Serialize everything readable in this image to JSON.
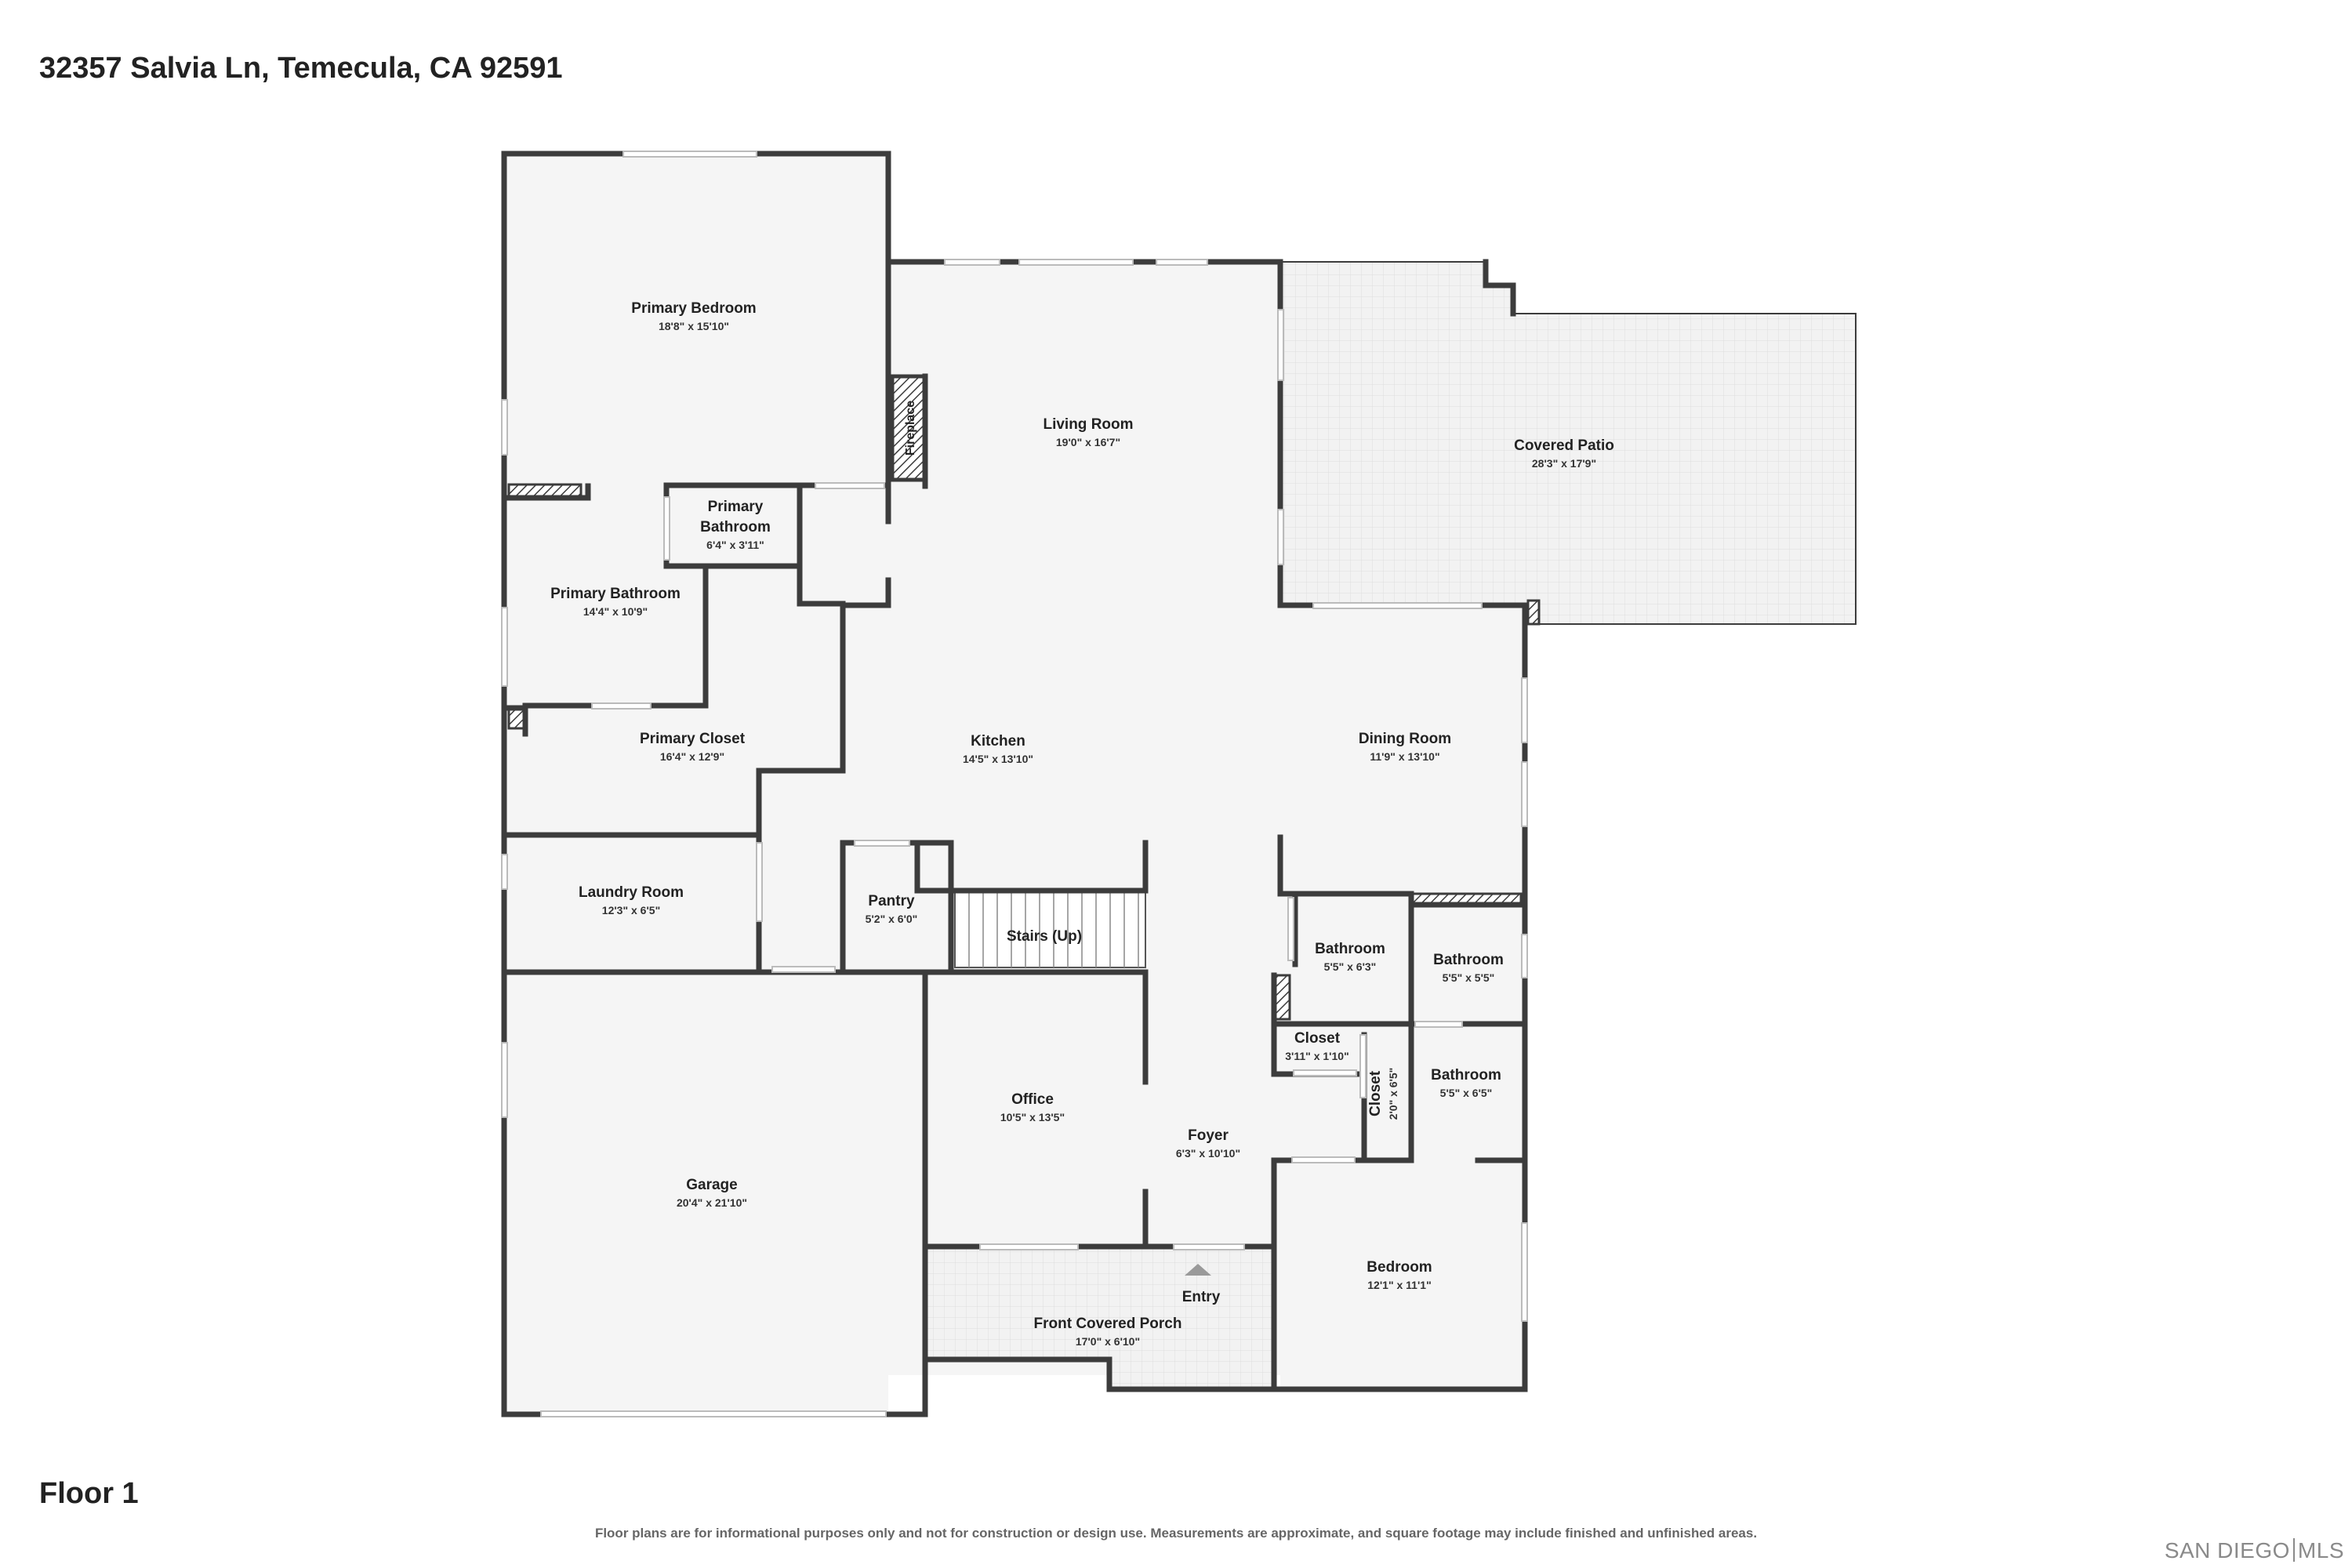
{
  "header": {
    "address": "32357 Salvia Ln, Temecula, CA 92591"
  },
  "floor_label": "Floor 1",
  "disclaimer": "Floor plans are for informational purposes only and not for construction or design use. Measurements are approximate, and square footage may include finished and unfinished areas.",
  "logo": {
    "left": "SAN DIEGO",
    "right": "MLS"
  },
  "colors": {
    "wall": "#3c3c3c",
    "floor": "#f5f5f5",
    "outdoor": "#f0f0f0",
    "window": "#ffffff"
  },
  "rooms": {
    "primary_bedroom": {
      "name": "Primary Bedroom",
      "dims": "18'8\" x 15'10\""
    },
    "living_room": {
      "name": "Living Room",
      "dims": "19'0\" x 16'7\""
    },
    "fireplace": {
      "name": "Fireplace"
    },
    "covered_patio": {
      "name": "Covered Patio",
      "dims": "28'3\" x 17'9\""
    },
    "primary_bathroom_small": {
      "name1": "Primary",
      "name2": "Bathroom",
      "dims": "6'4\" x 3'11\""
    },
    "primary_bathroom": {
      "name": "Primary Bathroom",
      "dims": "14'4\" x 10'9\""
    },
    "primary_closet": {
      "name": "Primary Closet",
      "dims": "16'4\" x 12'9\""
    },
    "kitchen": {
      "name": "Kitchen",
      "dims": "14'5\" x 13'10\""
    },
    "dining_room": {
      "name": "Dining Room",
      "dims": "11'9\" x 13'10\""
    },
    "laundry_room": {
      "name": "Laundry Room",
      "dims": "12'3\" x 6'5\""
    },
    "pantry": {
      "name": "Pantry",
      "dims": "5'2\" x 6'0\""
    },
    "stairs": {
      "name": "Stairs (Up)"
    },
    "bathroom_a": {
      "name": "Bathroom",
      "dims": "5'5\" x 6'3\""
    },
    "bathroom_b": {
      "name": "Bathroom",
      "dims": "5'5\" x 5'5\""
    },
    "closet_a": {
      "name": "Closet",
      "dims": "3'11\" x 1'10\""
    },
    "closet_b": {
      "name": "Closet",
      "dims": "2'0\" x 6'5\""
    },
    "bathroom_c": {
      "name": "Bathroom",
      "dims": "5'5\" x 6'5\""
    },
    "office": {
      "name": "Office",
      "dims": "10'5\" x 13'5\""
    },
    "foyer": {
      "name": "Foyer",
      "dims": "6'3\" x 10'10\""
    },
    "garage": {
      "name": "Garage",
      "dims": "20'4\" x 21'10\""
    },
    "entry": {
      "name": "Entry"
    },
    "front_porch": {
      "name": "Front Covered Porch",
      "dims": "17'0\" x 6'10\""
    },
    "bedroom": {
      "name": "Bedroom",
      "dims": "12'1\" x 11'1\""
    }
  }
}
